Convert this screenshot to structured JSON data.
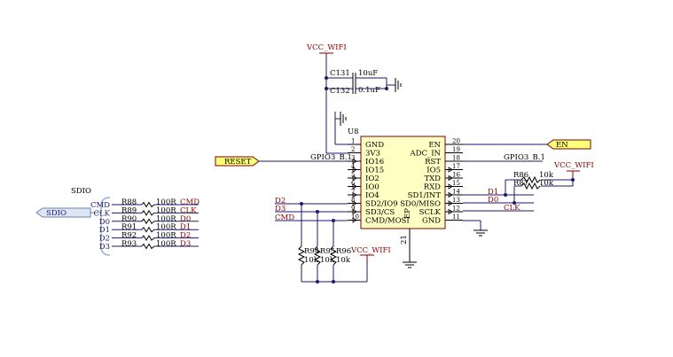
{
  "power": {
    "top_rail": "VCC_WIFI",
    "right_rail": "VCC_WIFI",
    "bottom_rail": "VCC_WIFI"
  },
  "capacitors": [
    {
      "ref": "C131",
      "value": "10uF"
    },
    {
      "ref": "C132",
      "value": "0.1uF"
    }
  ],
  "chip": {
    "ref": "U8",
    "left_pins": [
      {
        "num": "1",
        "name": "GND"
      },
      {
        "num": "2",
        "name": "3V3"
      },
      {
        "num": "3",
        "name": "IO16"
      },
      {
        "num": "4",
        "name": "IO15"
      },
      {
        "num": "5",
        "name": "IO2"
      },
      {
        "num": "6",
        "name": "IO0"
      },
      {
        "num": "7",
        "name": "IO4"
      },
      {
        "num": "8",
        "name": "SD2/IO9"
      },
      {
        "num": "9",
        "name": "SD3/CS"
      },
      {
        "num": "10",
        "name": "CMD/MOSI"
      }
    ],
    "right_pins": [
      {
        "num": "20",
        "name": "EN"
      },
      {
        "num": "19",
        "name": "ADC_IN"
      },
      {
        "num": "18",
        "name": "RST"
      },
      {
        "num": "17",
        "name": "IO5"
      },
      {
        "num": "16",
        "name": "TXD"
      },
      {
        "num": "15",
        "name": "RXD"
      },
      {
        "num": "14",
        "name": "SD1/INT"
      },
      {
        "num": "13",
        "name": "SD0/MISO"
      },
      {
        "num": "12",
        "name": "SCLK"
      },
      {
        "num": "11",
        "name": "GND"
      }
    ],
    "bottom_pin": {
      "num": "21",
      "name": "EP"
    }
  },
  "ports": {
    "reset": "RESET",
    "en": "EN",
    "sdio": "SDIO"
  },
  "net_labels": {
    "gpio3_left": "GPIO3_B.1",
    "gpio3_right": "GPIO3_B.1",
    "d1_right": "D1",
    "d0_right": "D0",
    "clk_right": "CLK",
    "d2_left": "D2",
    "d3_left": "D3",
    "cmd_left": "CMD"
  },
  "pullups_right": [
    {
      "ref": "R86",
      "value": "10k"
    },
    {
      "ref": "R87",
      "value": "10k"
    }
  ],
  "pullups_bottom": [
    {
      "ref": "R94",
      "value": "10k"
    },
    {
      "ref": "R95",
      "value": "10k"
    },
    {
      "ref": "R96",
      "value": "10k"
    }
  ],
  "sdio_bus": {
    "title": "SDIO",
    "rows": [
      {
        "signal": "CMD",
        "ref": "R88",
        "value": "100R",
        "net": "CMD"
      },
      {
        "signal": "CLK",
        "ref": "R89",
        "value": "100R",
        "net": "CLK"
      },
      {
        "signal": "D0",
        "ref": "R90",
        "value": "100R",
        "net": "D0"
      },
      {
        "signal": "D1",
        "ref": "R91",
        "value": "100R",
        "net": "D1"
      },
      {
        "signal": "D2",
        "ref": "R92",
        "value": "100R",
        "net": "D2"
      },
      {
        "signal": "D3",
        "ref": "R93",
        "value": "100R",
        "net": "D3"
      }
    ]
  }
}
